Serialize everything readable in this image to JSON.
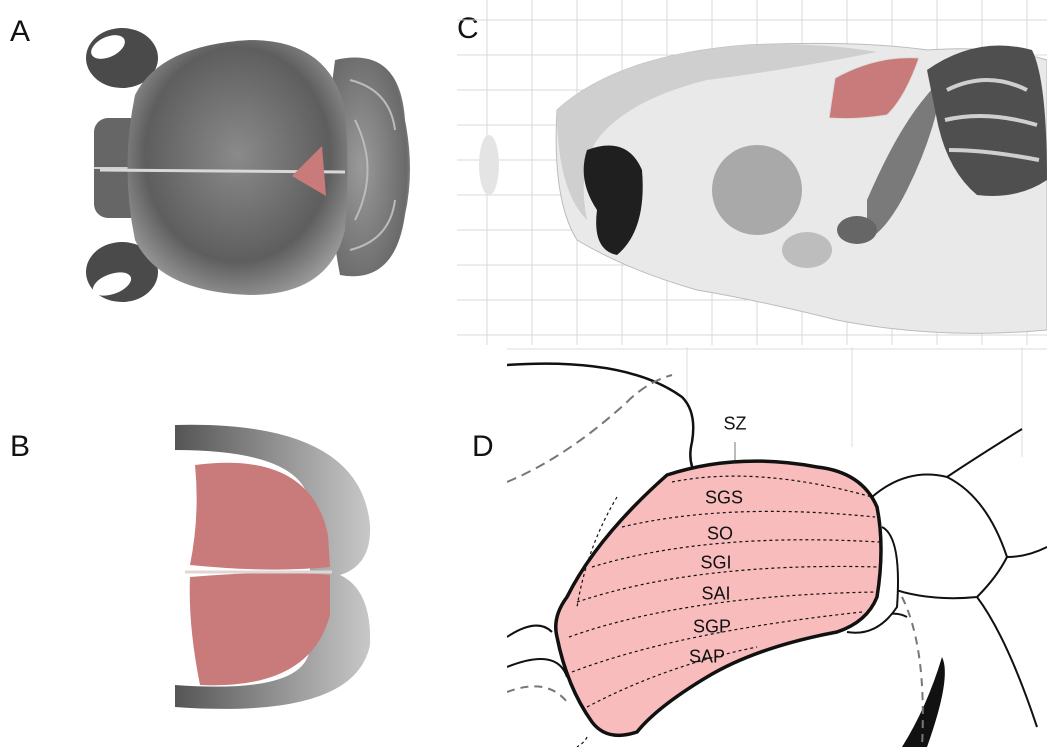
{
  "panels": {
    "a": {
      "label": "A"
    },
    "b": {
      "label": "B"
    },
    "c": {
      "label": "C"
    },
    "d": {
      "label": "D"
    }
  },
  "layers": {
    "sz": "SZ",
    "sgs": "SGS",
    "so": "SO",
    "sgi": "SGI",
    "sai": "SAI",
    "sgp": "SGP",
    "sap": "SAP"
  },
  "colors": {
    "highlight": "#c97a7a",
    "region_fill": "#f8bcbc",
    "outline": "#111111",
    "grid": "#d6d6d6",
    "brain_gray": "#6e6e6e"
  }
}
